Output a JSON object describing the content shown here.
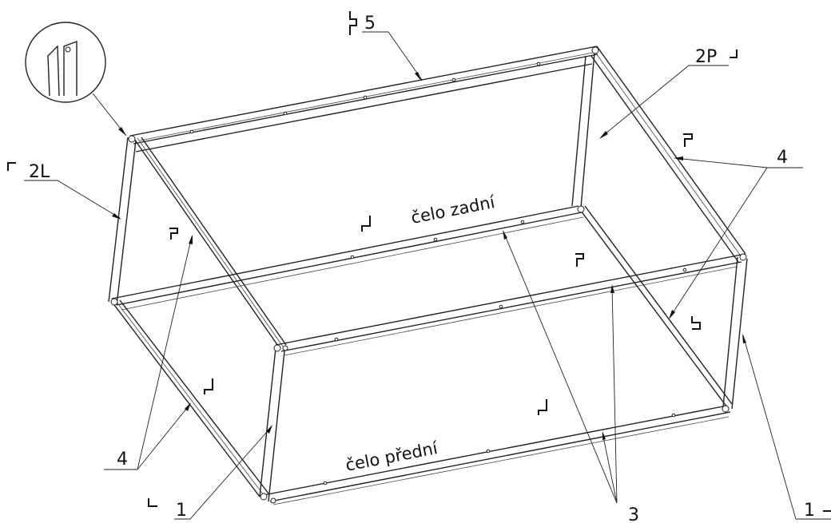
{
  "labels": {
    "part_5": "5",
    "part_2P": "2P",
    "part_2L": "2L",
    "part_4_right": "4",
    "part_4_left": "4",
    "part_1_front": "1",
    "part_1_right": "1",
    "part_3": "3",
    "face_back": "čelo zadní",
    "face_front": "čelo přední"
  },
  "colors": {
    "line": "#222222",
    "background": "#ffffff"
  },
  "icons": {
    "detail_callout": "detail-magnifier-icon",
    "orientation_marks": "corner-bracket-icon"
  }
}
